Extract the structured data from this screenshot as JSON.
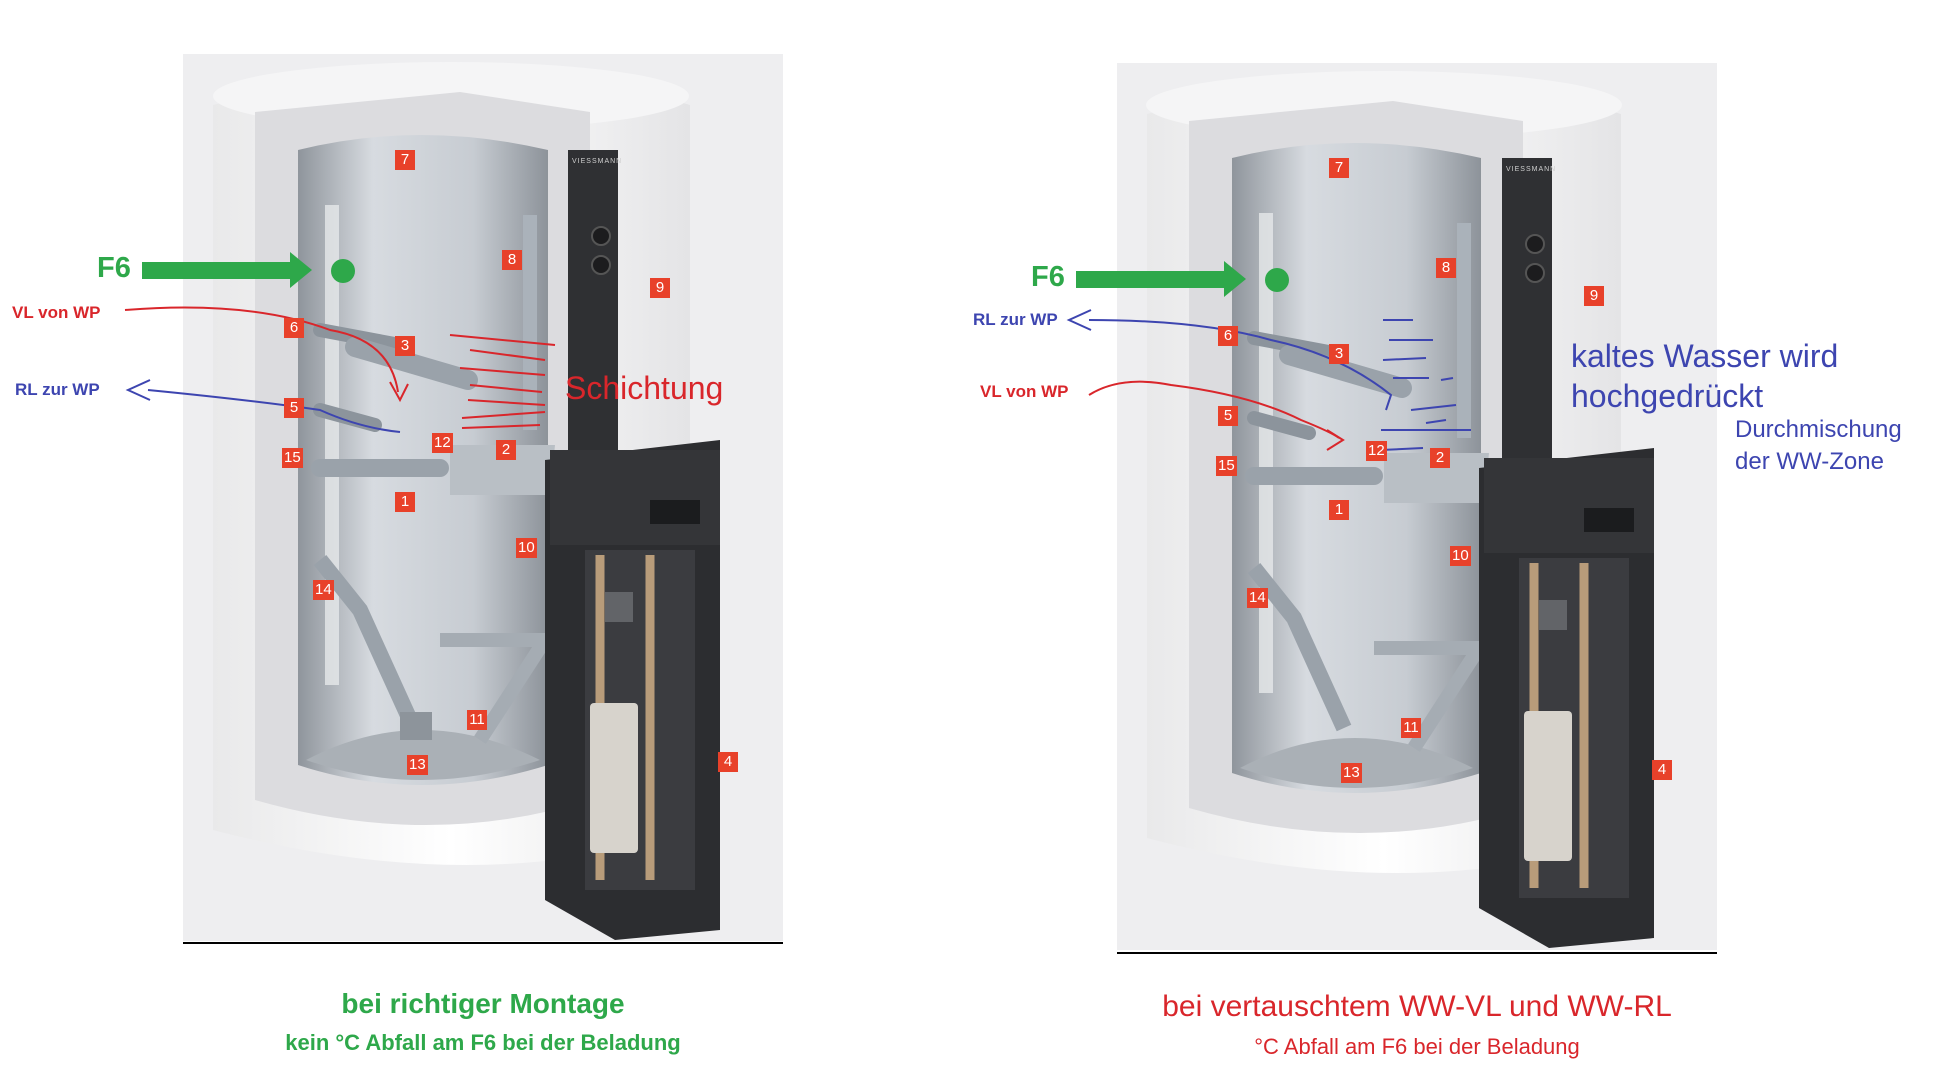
{
  "shared_labels": {
    "f6": "F6",
    "brand": "VIESSMANN",
    "tags": [
      "7",
      "8",
      "9",
      "6",
      "3",
      "5",
      "12",
      "2",
      "15",
      "1",
      "10",
      "14",
      "11",
      "13",
      "4"
    ]
  },
  "left": {
    "vl_label": "VL von WP",
    "rl_label": "RL zur WP",
    "annotation": "Schichtung",
    "caption_title": "bei richtiger Montage",
    "caption_sub": "kein °C Abfall am F6 bei der Beladung"
  },
  "right": {
    "vl_label": "VL von WP",
    "rl_label": "RL zur WP",
    "annotation_line1": "kaltes Wasser wird",
    "annotation_line2": "hochgedrückt",
    "annotation_small1": "Durchmischung",
    "annotation_small2": "der WW-Zone",
    "caption_title": "bei vertauschtem WW-VL und WW-RL",
    "caption_sub": "°C Abfall am F6 bei der Beladung"
  },
  "colors": {
    "accent_green": "#2ea84a",
    "flow_red": "#d9262b",
    "flow_blue": "#3d45b0",
    "tag_red": "#e8412a"
  }
}
